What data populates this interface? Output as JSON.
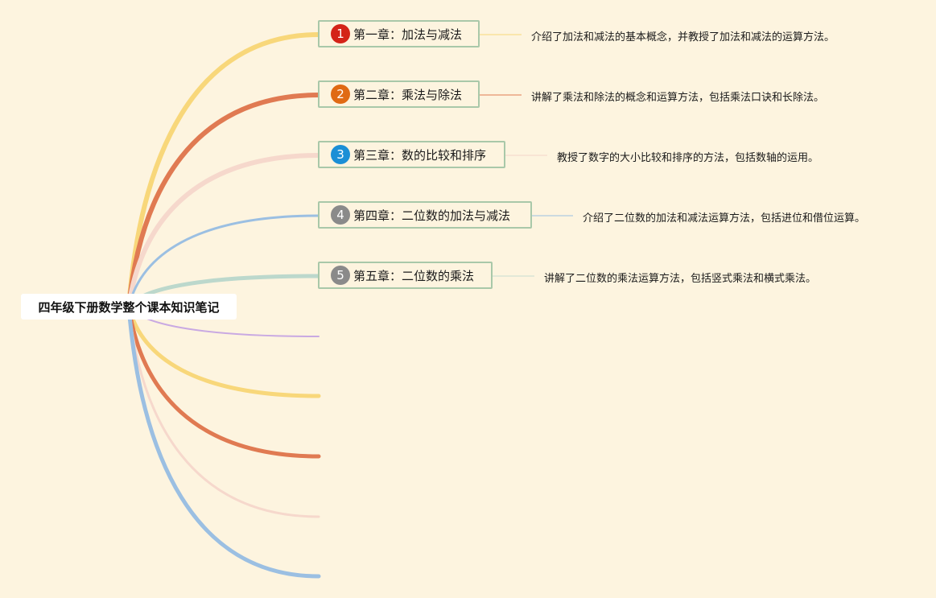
{
  "root": {
    "title": "四年级下册数学整个课本知识笔记"
  },
  "chapters": [
    {
      "num": "1",
      "title": "第一章：加法与减法",
      "desc": "介绍了加法和减法的基本概念，并教授了加法和减法的运算方法。",
      "badge_color": "#d42418",
      "branch_color": "#f8d77a",
      "connector_color": "#f8d77a"
    },
    {
      "num": "2",
      "title": "第二章：乘法与除法",
      "desc": "讲解了乘法和除法的概念和运算方法，包括乘法口诀和长除法。",
      "badge_color": "#e06a14",
      "branch_color": "#e07a52",
      "connector_color": "#e07a52"
    },
    {
      "num": "3",
      "title": "第三章：数的比较和排序",
      "desc": "教授了数字的大小比较和排序的方法，包括数轴的运用。",
      "badge_color": "#1b8fd6",
      "branch_color": "#f6d8cc",
      "connector_color": "#f3d5c8"
    },
    {
      "num": "4",
      "title": "第四章：二位数的加法与减法",
      "desc": "介绍了二位数的加法和减法运算方法，包括进位和借位运算。",
      "badge_color": "#8a8a8a",
      "branch_color": "#9bbfe2",
      "connector_color": "#9bbfe2"
    },
    {
      "num": "5",
      "title": "第五章：二位数的乘法",
      "desc": "讲解了二位数的乘法运算方法，包括竖式乘法和横式乘法。",
      "badge_color": "#8a8a8a",
      "branch_color": "#bcd8cc",
      "connector_color": "#c8dccf"
    }
  ],
  "empty_branches": [
    {
      "color": "#c9a9e2"
    },
    {
      "color": "#f8d77a"
    },
    {
      "color": "#e07a52"
    },
    {
      "color": "#f6d8cc"
    },
    {
      "color": "#9bbfe2"
    }
  ]
}
